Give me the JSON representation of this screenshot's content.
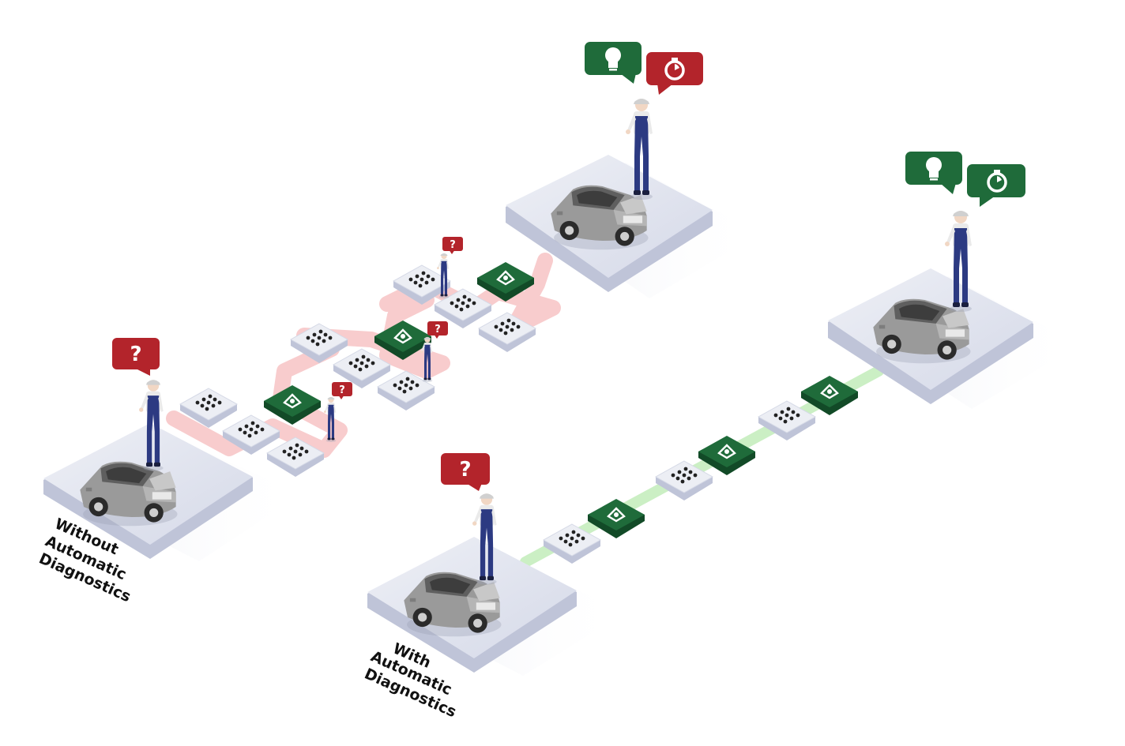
{
  "captions": {
    "without": [
      "Without",
      "Automatic",
      "Diagnostics"
    ],
    "with": [
      "With",
      "Automatic",
      "Diagnostics"
    ]
  },
  "bubbles": {
    "question_mark": "?"
  },
  "icons": {
    "question": "question-mark-icon",
    "idea": "lightbulb-icon",
    "time": "stopwatch-icon",
    "check": "checklist-icon",
    "tools": "tools-icon",
    "component": "component-grid-icon"
  },
  "colors": {
    "green": "#1f6b3a",
    "red": "#b3242b",
    "path_red": "#f7c7c8",
    "path_green": "#cbefc4",
    "platform_top": "#e4e7f1",
    "platform_side": "#bfc4d8",
    "mechanic": "#2c3a82",
    "car": "#8c8c8c"
  }
}
